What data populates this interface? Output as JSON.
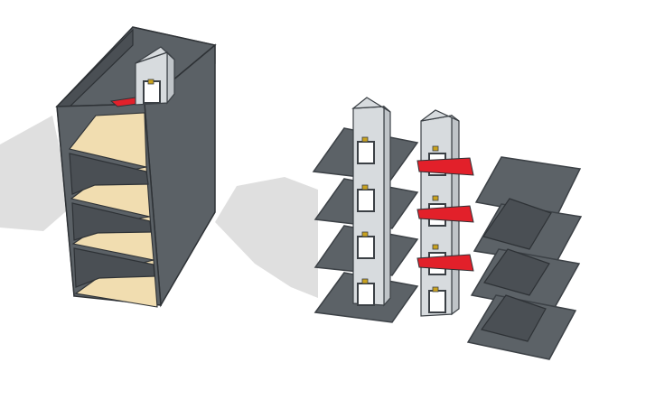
{
  "scene": {
    "colors": {
      "background": "#ffffff",
      "shadow": "#c9c9c9",
      "wall": "#5b6166",
      "wall_dark": "#4a4f54",
      "wall_edge": "#2e3236",
      "floor_fill": "#f1ddb0",
      "floor_side": "#e4cd98",
      "accent_red": "#e2202a",
      "elevator_light": "#d7dbde",
      "elevator_mid": "#bfc4c8",
      "elevator_dark": "#9aa0a5",
      "door_frame": "#3b4045",
      "button": "#c9a21e",
      "slab_top": "#5c6267",
      "slab_edge": "#3c4146"
    },
    "objects": [
      {
        "id": "building-shell",
        "kind": "open-wall-building"
      },
      {
        "id": "elevator-stack",
        "kind": "elevator-with-floor-slabs"
      },
      {
        "id": "slab-stack",
        "kind": "loose-floor-slabs"
      }
    ]
  }
}
